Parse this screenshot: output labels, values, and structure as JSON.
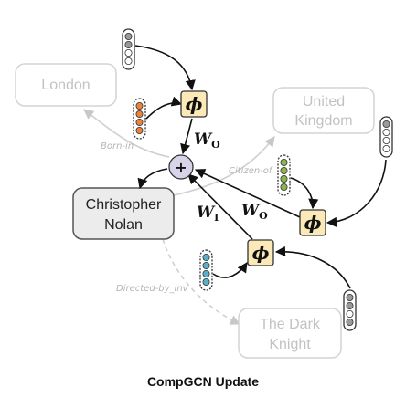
{
  "nodes": {
    "london": "London",
    "united_kingdom": [
      "United",
      "Kingdom"
    ],
    "christopher_nolan": [
      "Christopher",
      "Nolan"
    ],
    "the_dark_knight": [
      "The Dark",
      "Knight"
    ]
  },
  "relations": {
    "born_in": "Born-in",
    "citizen_of": "Citizen-of",
    "directed_by_inv": "Directed-by_inv"
  },
  "operators": {
    "phi": "ϕ",
    "plus": "+"
  },
  "weights": {
    "w_o_top": {
      "symbol": "W",
      "sub": "O"
    },
    "w_o_mid": {
      "symbol": "W",
      "sub": "O"
    },
    "w_i": {
      "symbol": "W",
      "sub": "I"
    }
  },
  "colors": {
    "relation_born_in": "#e9833a",
    "relation_citizen_of": "#8ab54a",
    "relation_directed_by": "#5ab0c8",
    "entity_gray": "#9a9a9a",
    "phi_fill": "#fbe9b7",
    "plus_fill": "#d9d3ea"
  },
  "caption": "CompGCN Update"
}
